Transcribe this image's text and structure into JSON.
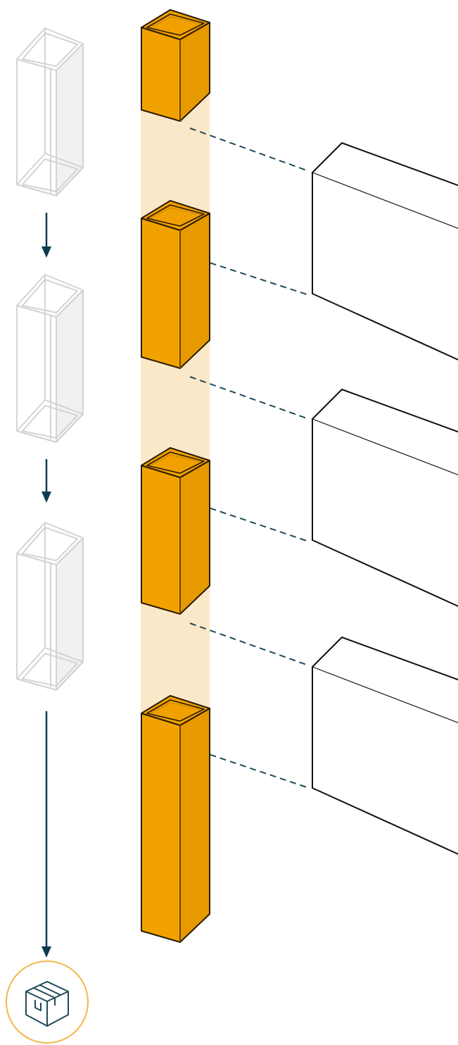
{
  "colors": {
    "tube_front": "#f2a200",
    "tube_side": "#e69a00",
    "tube_inner": "#f0a000",
    "tube_outline": "#2a1a00",
    "highlight_band": "#fbe8c8",
    "ghost_stroke": "#d4d4d4",
    "ghost_fill": "#f1f1f1",
    "connector": "#1f4a5a",
    "arrow": "#0f3b52",
    "panel_stroke": "#111111",
    "badge_ring": "#f2b84a"
  },
  "tubes": [
    {
      "id": "tube-1"
    },
    {
      "id": "tube-2"
    },
    {
      "id": "tube-3"
    },
    {
      "id": "tube-4-long"
    }
  ],
  "ghost_tubes": [
    {
      "id": "ghost-1"
    },
    {
      "id": "ghost-2"
    },
    {
      "id": "ghost-3"
    }
  ],
  "panels": [
    {
      "id": "panel-1"
    },
    {
      "id": "panel-2"
    },
    {
      "id": "panel-3"
    }
  ],
  "icons": {
    "badge": "package-box-icon",
    "arrow": "arrow-down-icon"
  }
}
